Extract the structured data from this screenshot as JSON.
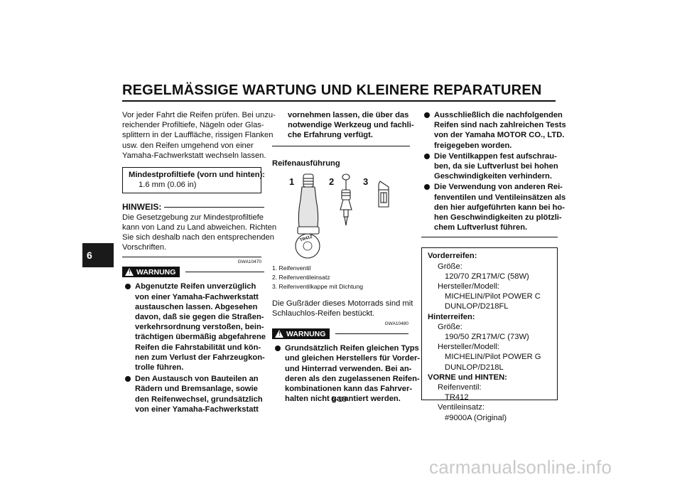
{
  "header": {
    "title": "REGELMÄSSIGE WARTUNG UND KLEINERE REPARATUREN"
  },
  "chapter_tab": "6",
  "col1": {
    "intro": [
      "Vor jeder Fahrt die Reifen prüfen. Bei unzu-",
      "reichender Profiltiefe, Nägeln oder Glas-",
      "splittern in der Lauffläche, rissigen Flanken",
      "usw. den Reifen umgehend von einer",
      "Yamaha-Fachwerkstatt wechseln lassen."
    ],
    "spec_box": {
      "label": "Mindestprofiltiefe (vorn und hinten):",
      "value": "1.6 mm (0.06 in)"
    },
    "hinweis": {
      "heading": "HINWEIS:",
      "lines": [
        "Die Gesetzgebung zur Mindestprofiltiefe",
        "kann von Land zu Land abweichen. Richten",
        "Sie sich deshalb nach den entsprechenden",
        "Vorschriften."
      ]
    },
    "code": "GWA10470",
    "warning_label": "WARNUNG",
    "bullets": [
      [
        "Abgenutzte Reifen unverzüglich",
        "von einer Yamaha-Fachwerkstatt",
        "austauschen lassen. Abgesehen",
        "davon, daß sie gegen die Straßen-",
        "verkehrsordnung verstoßen, bein-",
        "trächtigen übermäßig abgefahrene",
        "Reifen die Fahrstabilität und kön-",
        "nen zum Verlust der Fahrzeugkon-",
        "trolle führen."
      ],
      [
        "Den Austausch von Bauteilen an",
        "Rädern und Bremsanlage, sowie",
        "den Reifenwechsel, grundsätzlich",
        "von einer Yamaha-Fachwerkstatt"
      ]
    ]
  },
  "col2": {
    "continuation": [
      "vornehmen lassen, die über das",
      "notwendige Werkzeug und fachli-",
      "che Erfahrung verfügt."
    ],
    "section_heading": "Reifenausführung",
    "figure": {
      "labels": [
        "1",
        "2",
        "3"
      ],
      "cap_text": "TR412"
    },
    "legend": [
      "1. Reifenventil",
      "2. Reifenventileinsatz",
      "3. Reifenventilkappe mit Dichtung"
    ],
    "body": [
      "Die Gußräder dieses Motorrads sind mit",
      "Schlauchlos-Reifen bestückt."
    ],
    "code": "GWA10480",
    "warning_label": "WARNUNG",
    "bullets": [
      [
        "Grundsätzlich Reifen gleichen Typs",
        "und gleichen Herstellers für Vorder-",
        "und Hinterrad verwenden. Bei an-",
        "deren als den zugelassenen Reifen-",
        "kombinationen kann das Fahrver-",
        "halten nicht garantiert werden."
      ]
    ]
  },
  "col3": {
    "bullets": [
      [
        "Ausschließlich die nachfolgenden",
        "Reifen sind nach zahlreichen Tests",
        "von der Yamaha MOTOR CO., LTD.",
        "freigegeben worden."
      ],
      [
        "Die Ventilkappen fest aufschrau-",
        "ben, da sie Luftverlust bei hohen",
        "Geschwindigkeiten verhindern."
      ],
      [
        "Die Verwendung von anderen Rei-",
        "fenventilen und Ventileinsätzen als",
        "den hier aufgeführten kann bei ho-",
        "hen Geschwindigkeiten zu plötzli-",
        "chem Luftverlust führen."
      ]
    ],
    "spec_box": {
      "front_heading": "Vorderreifen:",
      "size_label": "Größe:",
      "front_size": "120/70 ZR17M/C (58W)",
      "maker_label": "Hersteller/Modell:",
      "front_model_1": "MICHELIN/Pilot POWER C",
      "front_model_2": "DUNLOP/D218FL",
      "rear_heading": "Hinterreifen:",
      "rear_size": "190/50 ZR17M/C (73W)",
      "rear_model_1": "MICHELIN/Pilot POWER G",
      "rear_model_2": "DUNLOP/D218L",
      "both_heading": "VORNE und HINTEN:",
      "valve_label": "Reifenventil:",
      "valve_value": "TR412",
      "core_label": "Ventileinsatz:",
      "core_value": "#9000A (Original)"
    }
  },
  "footer": {
    "page_number": "6-18",
    "watermark": "carmanualsonline.info"
  }
}
